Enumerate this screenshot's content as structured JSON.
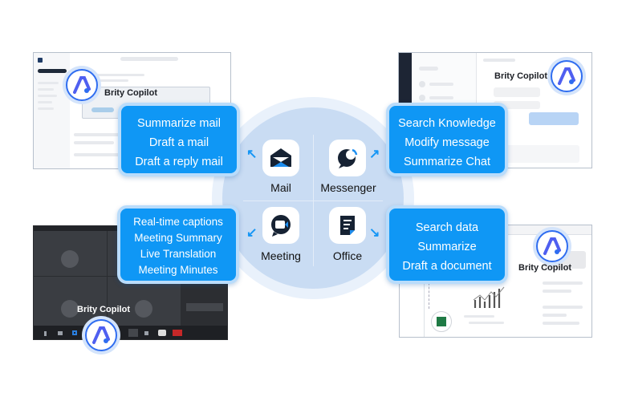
{
  "brand": {
    "copilot_name": "Brity Copilot",
    "accent": "#0f97f5",
    "circle": "#c9dcf3"
  },
  "apps": [
    {
      "name": "Mail",
      "icon": "mail-icon",
      "features": [
        "Summarize mail",
        "Draft a mail",
        "Draft a reply mail"
      ]
    },
    {
      "name": "Messenger",
      "icon": "messenger-icon",
      "features": [
        "Search Knowledge",
        "Modify message",
        "Summarize Chat"
      ]
    },
    {
      "name": "Meeting",
      "icon": "meeting-icon",
      "features": [
        "Real-time captions",
        "Meeting Summary",
        "Live Translation",
        "Meeting Minutes"
      ]
    },
    {
      "name": "Office",
      "icon": "office-icon",
      "features": [
        "Search data",
        "Summarize",
        "Draft a document"
      ]
    }
  ]
}
